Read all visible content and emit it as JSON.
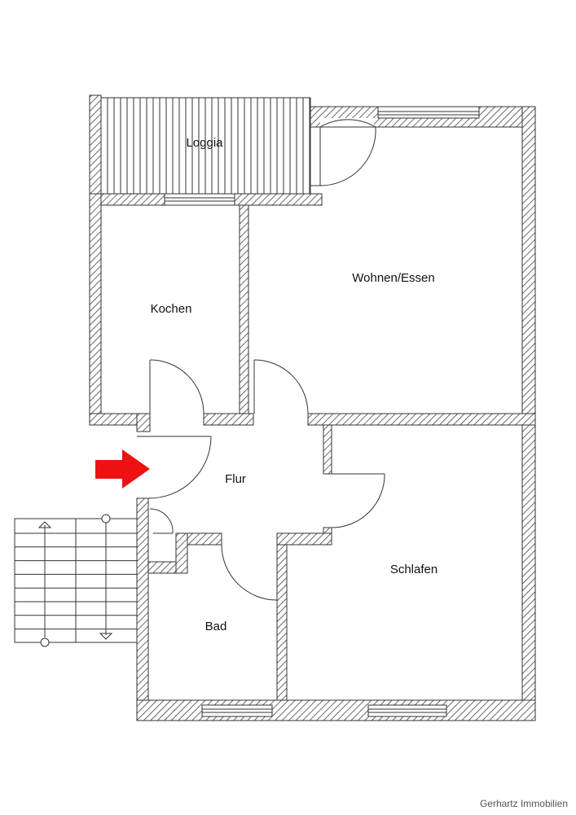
{
  "rooms": {
    "loggia": "Loggia",
    "kitchen": "Kochen",
    "living": "Wohnen/Essen",
    "hall": "Flur",
    "bedroom": "Schlafen",
    "bath": "Bad"
  },
  "credit": "Gerhartz Immobilien",
  "colors": {
    "wall_stroke": "#333333",
    "hatch": "#444444",
    "entrance_arrow": "#ee1111"
  }
}
